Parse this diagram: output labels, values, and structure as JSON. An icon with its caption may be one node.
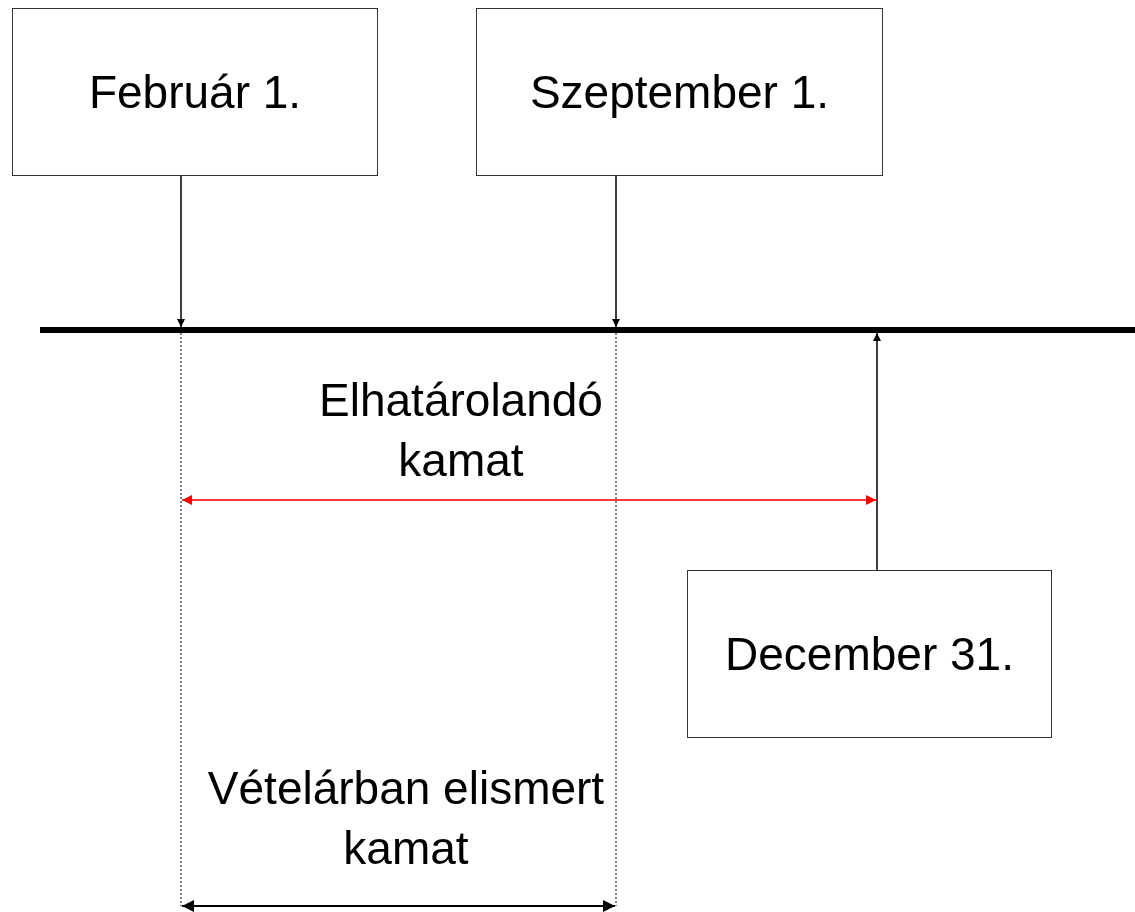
{
  "diagram": {
    "nodes": [
      {
        "text": [
          "Február 1."
        ]
      },
      {
        "text": [
          "Szeptember 1."
        ]
      },
      {
        "text": [],
        "shape": "bar"
      },
      {
        "text": [
          "December 31."
        ]
      }
    ],
    "edges": [
      {
        "from": 0,
        "to": 2,
        "arrow": "to"
      },
      {
        "from": 1,
        "to": 2,
        "arrow": "to"
      },
      {
        "from": 3,
        "to": 2,
        "arrow": "to"
      }
    ],
    "labels": [
      "Elhatárolandó kamat",
      "Vételárban elismert kamat"
    ]
  }
}
